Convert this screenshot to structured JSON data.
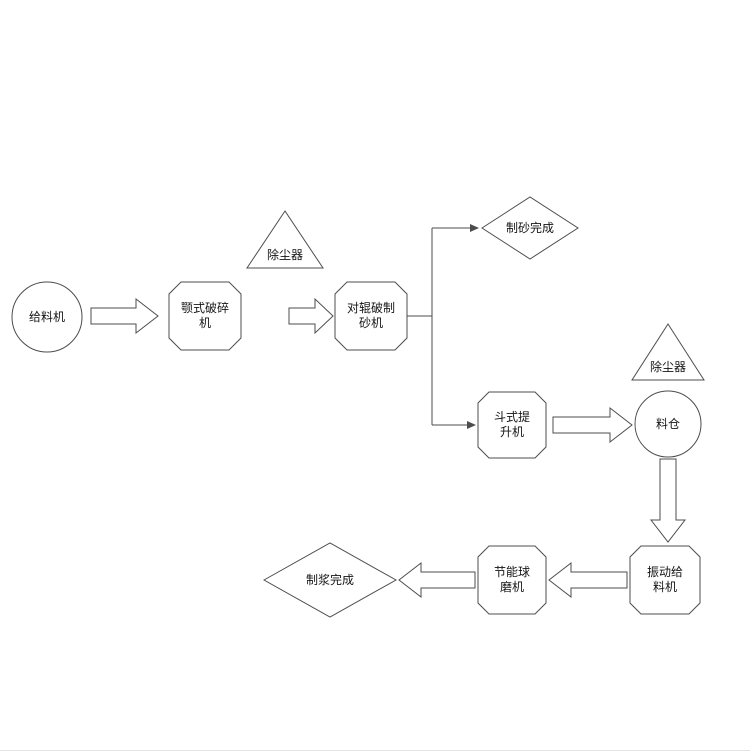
{
  "colors": {
    "stroke": "#4d4d4d",
    "text": "#141414",
    "background": "#ffffff"
  },
  "nodes": {
    "feeder": {
      "label": "给料机",
      "shape": "circle"
    },
    "jaw_crusher": {
      "label": "颚式破碎机",
      "line1": "颚式破碎",
      "line2": "机",
      "shape": "octagon"
    },
    "dust_collector_1": {
      "label": "除尘器",
      "shape": "triangle"
    },
    "roller_sand_maker": {
      "label": "对辊破制砂机",
      "line1": "对辊破制",
      "line2": "砂机",
      "shape": "octagon"
    },
    "sand_done": {
      "label": "制砂完成",
      "shape": "diamond"
    },
    "bucket_elevator": {
      "label": "斗式提升机",
      "line1": "斗式提",
      "line2": "升机",
      "shape": "octagon"
    },
    "silo": {
      "label": "料仓",
      "shape": "circle"
    },
    "dust_collector_2": {
      "label": "除尘器",
      "shape": "triangle"
    },
    "vibrating_feeder": {
      "label": "振动给料机",
      "line1": "振动给",
      "line2": "料机",
      "shape": "octagon"
    },
    "ball_mill": {
      "label": "节能球磨机",
      "line1": "节能球",
      "line2": "磨机",
      "shape": "octagon"
    },
    "slurry_done": {
      "label": "制浆完成",
      "shape": "diamond"
    }
  },
  "edges": [
    {
      "from": "feeder",
      "to": "jaw_crusher",
      "style": "block-arrow"
    },
    {
      "from": "jaw_crusher",
      "to": "roller_sand_maker",
      "style": "block-arrow"
    },
    {
      "from": "roller_sand_maker",
      "to": "sand_done",
      "style": "thin-line"
    },
    {
      "from": "roller_sand_maker",
      "to": "bucket_elevator",
      "style": "thin-line"
    },
    {
      "from": "bucket_elevator",
      "to": "silo",
      "style": "block-arrow"
    },
    {
      "from": "silo",
      "to": "vibrating_feeder",
      "style": "block-arrow"
    },
    {
      "from": "vibrating_feeder",
      "to": "ball_mill",
      "style": "block-arrow"
    },
    {
      "from": "ball_mill",
      "to": "slurry_done",
      "style": "block-arrow"
    }
  ]
}
